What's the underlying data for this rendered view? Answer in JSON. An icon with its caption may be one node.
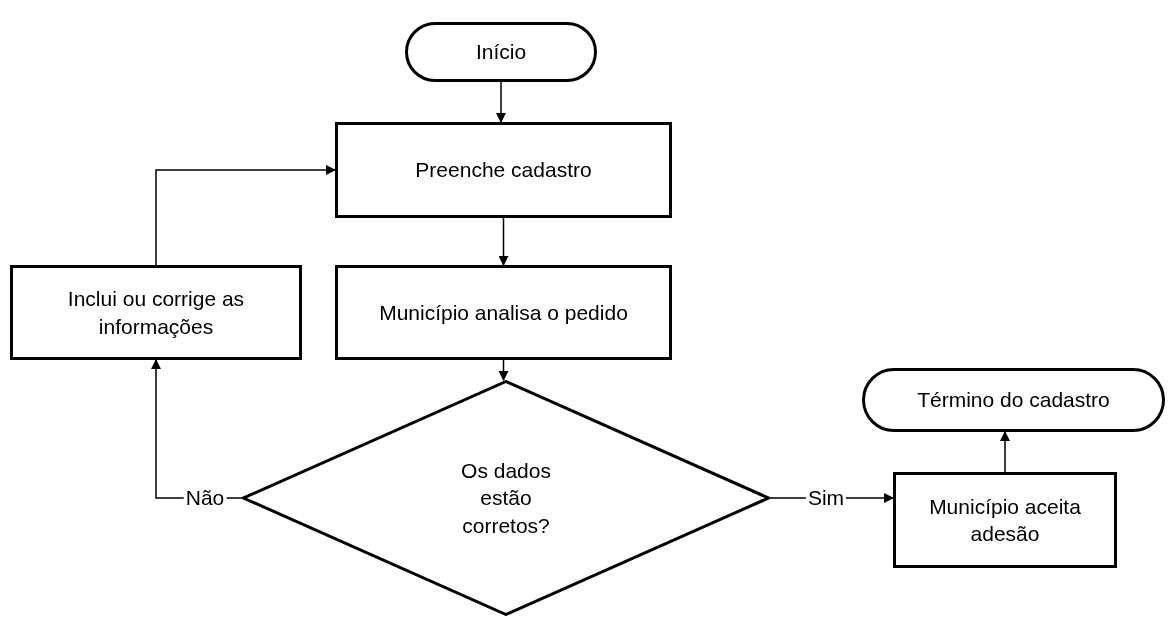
{
  "diagram": {
    "nodes": [
      {
        "text": [
          "Início"
        ]
      },
      {
        "text": [
          "Preenche cadastro"
        ]
      },
      {
        "text": [
          "Município analisa o pedido"
        ]
      },
      {
        "text": [
          "Os dados estão corretos?"
        ]
      },
      {
        "text": [
          "Inclui ou corrige as informações"
        ]
      },
      {
        "text": [
          "Município aceita adesão"
        ]
      },
      {
        "text": [
          "Término do cadastro"
        ]
      }
    ],
    "edges": [
      {
        "from": 0,
        "to": 1,
        "arrow": "to"
      },
      {
        "from": 1,
        "to": 2,
        "arrow": "to"
      },
      {
        "from": 2,
        "to": 3,
        "arrow": "to"
      },
      {
        "from": 3,
        "to": 4,
        "arrow": "to",
        "label": "Não"
      },
      {
        "from": 4,
        "to": 1,
        "arrow": "to"
      },
      {
        "from": 3,
        "to": 5,
        "arrow": "to",
        "label": "Sim"
      },
      {
        "from": 5,
        "to": 6,
        "arrow": "to"
      }
    ]
  }
}
